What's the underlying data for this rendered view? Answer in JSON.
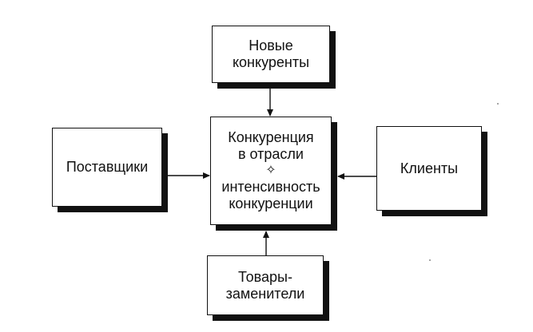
{
  "diagram": {
    "new_competitors": {
      "line1": "Новые",
      "line2": "конкуренты"
    },
    "center": {
      "line1": "Конкуренция",
      "line2": "в отрасли",
      "symbol": "✧",
      "line3": "интенсивность",
      "line4": "конкуренции"
    },
    "suppliers": {
      "label": "Поставщики"
    },
    "clients": {
      "label": "Клиенты"
    },
    "substitutes": {
      "line1": "Товары-",
      "line2": "заменители"
    }
  }
}
